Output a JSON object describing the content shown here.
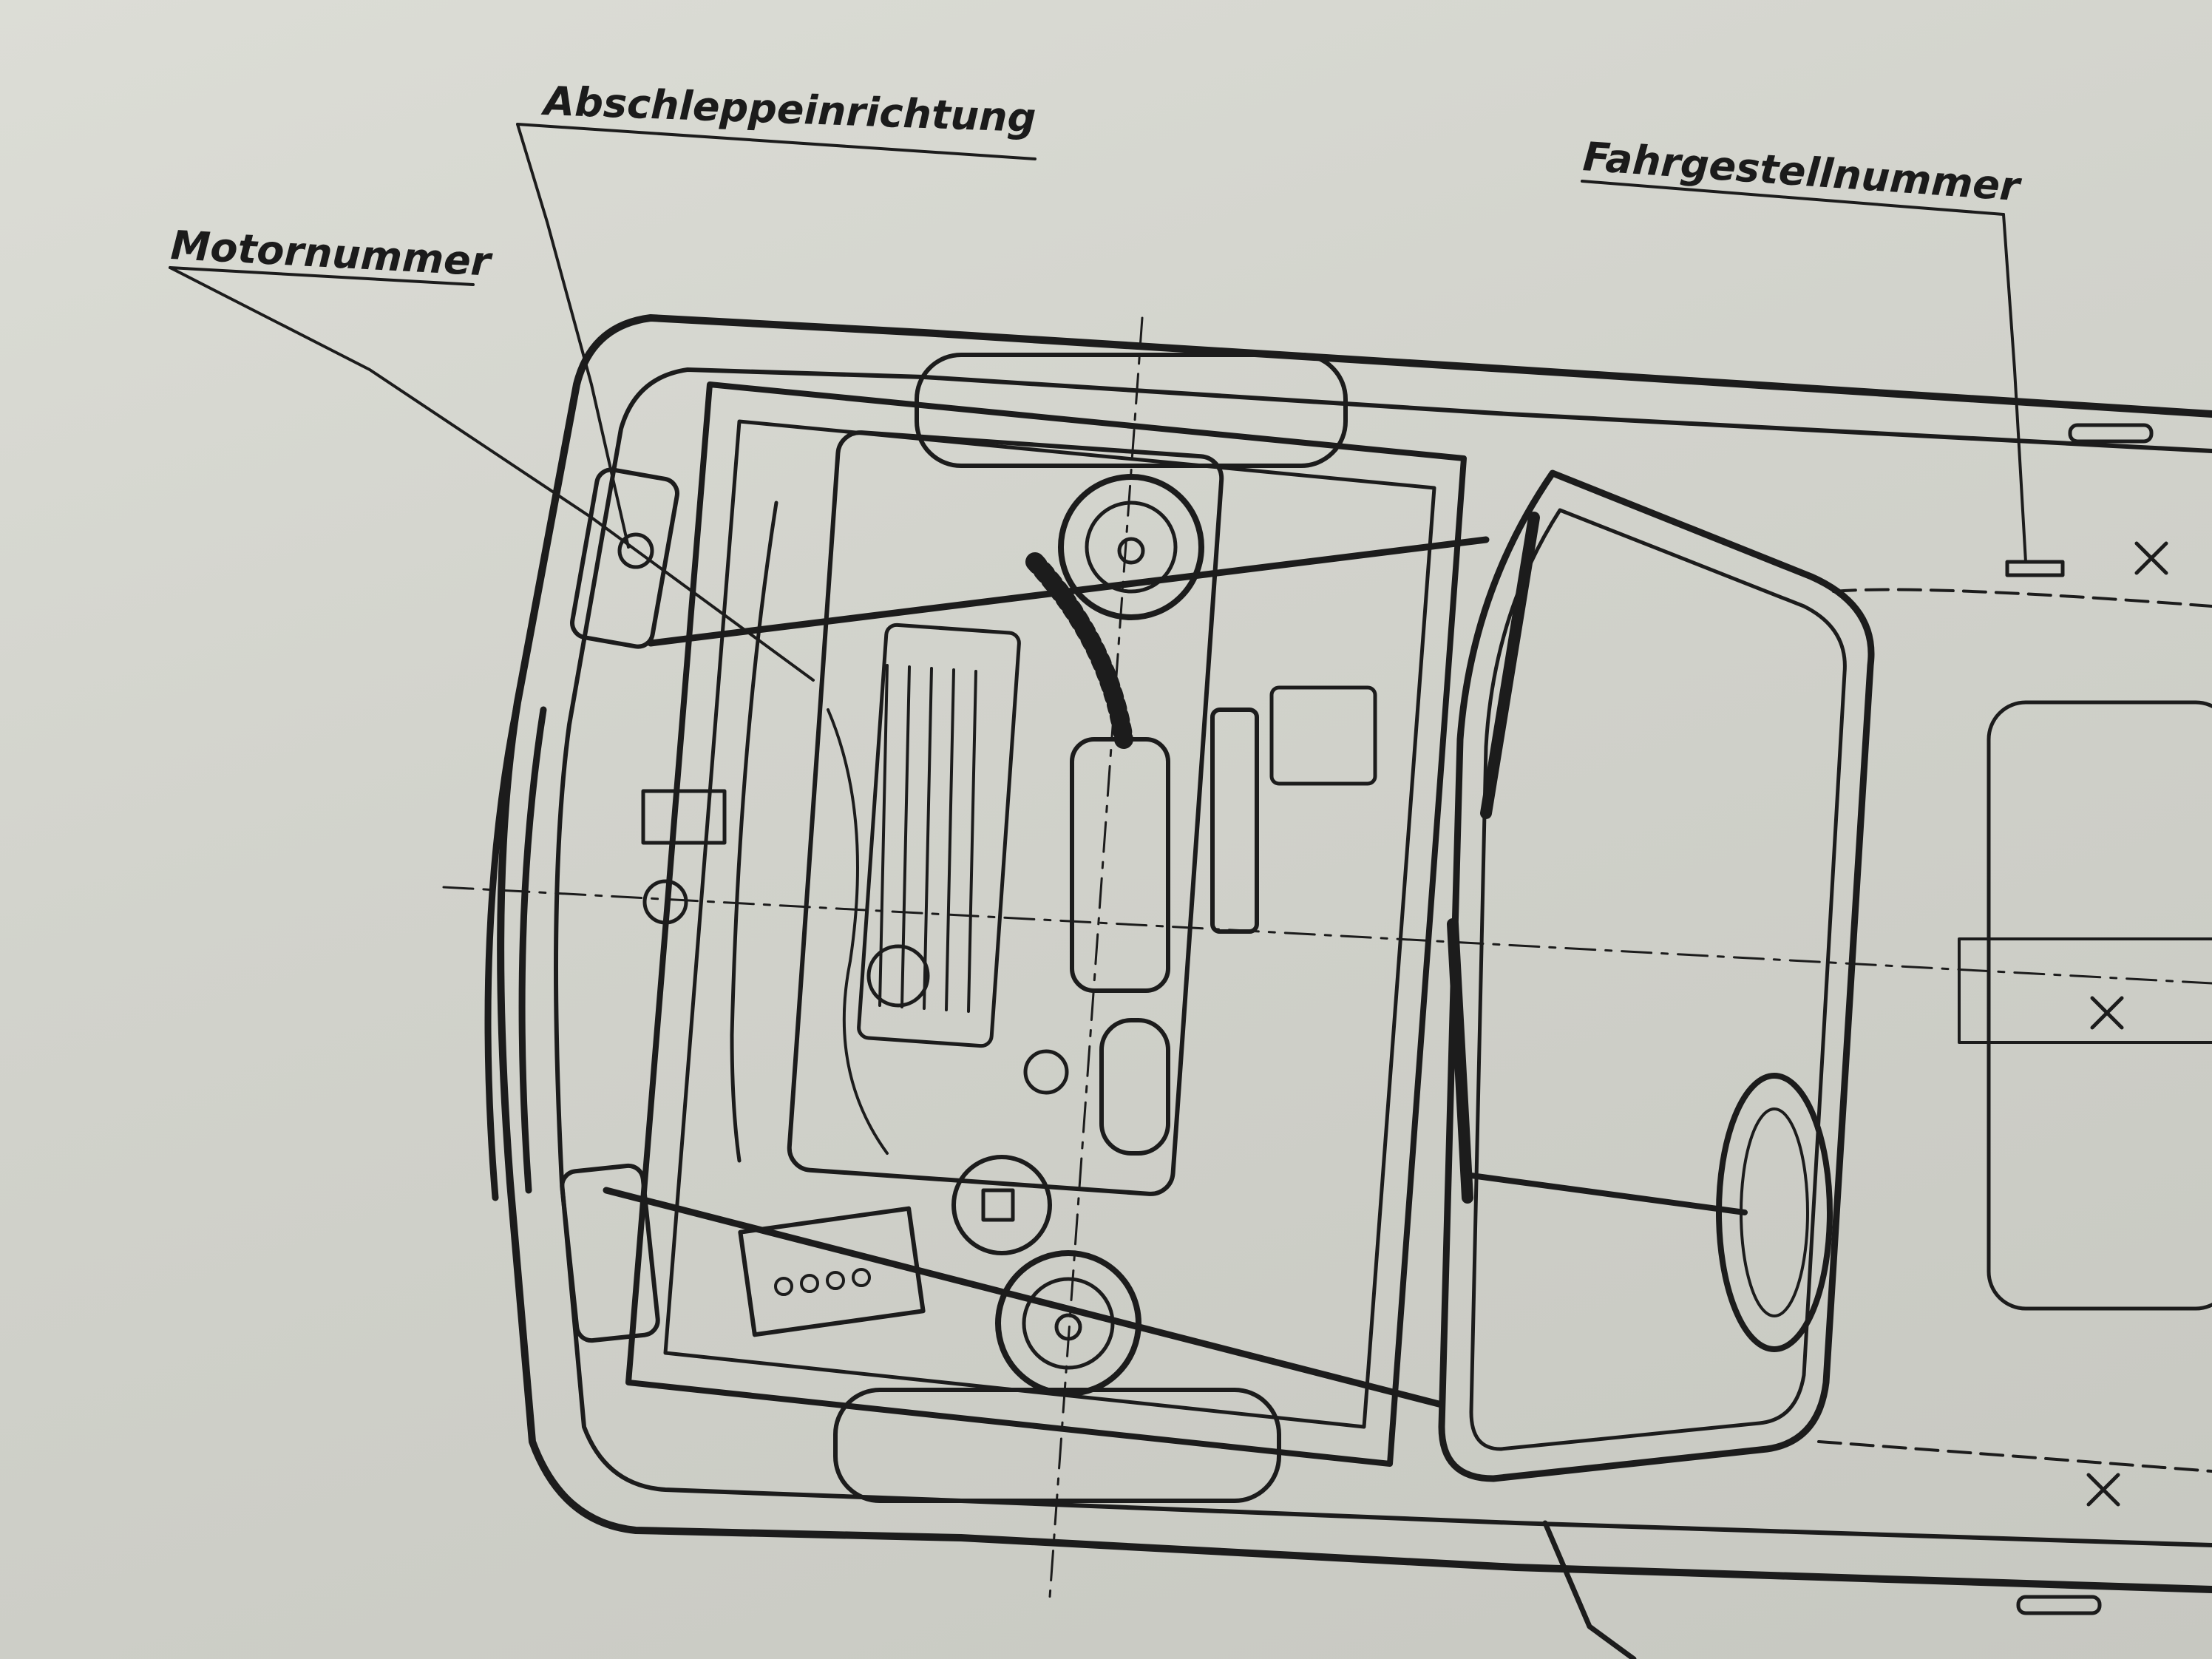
{
  "labels": {
    "tow": "Abschleppeinrichtung",
    "engine_number": "Motornummer",
    "chassis_number": "Fahrgestellnummer"
  },
  "colors": {
    "paper": "#d6d7d0",
    "ink": "#1c1c1c"
  }
}
